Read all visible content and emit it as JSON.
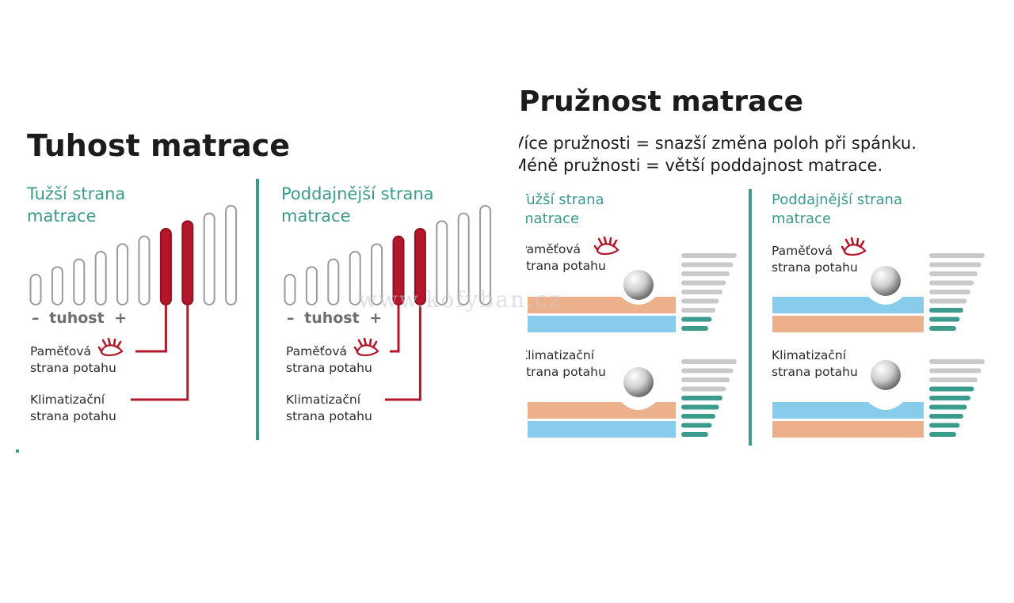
{
  "left_section": {
    "title": "Tuhost matrace",
    "panel_a": {
      "heading_l1": "Tužší strana",
      "heading_l2": "matrace",
      "scale": "– tuhost +",
      "memory_l1": "Paměťová",
      "memory_l2": "strana potahu",
      "climate_l1": "Klimatizační",
      "climate_l2": "strana potahu"
    },
    "panel_b": {
      "heading_l1": "Poddajnější strana",
      "heading_l2": "matrace",
      "scale": "– tuhost +",
      "memory_l1": "Paměťová",
      "memory_l2": "strana potahu",
      "climate_l1": "Klimatizační",
      "climate_l2": "strana potahu"
    }
  },
  "right_section": {
    "title": "Pružnost matrace",
    "line1": "Více pružnosti = snazší změna poloh při spánku.",
    "line2": "Méně pružnosti = větší poddajnost matrace.",
    "panel_a": {
      "heading_l1": "Tužší strana",
      "heading_l2": "matrace",
      "memory_l1": "Paměťová",
      "memory_l2": "strana potahu",
      "climate_l1": "Klimatizační",
      "climate_l2": "strana potahu"
    },
    "panel_b": {
      "heading_l1": "Poddajnější strana",
      "heading_l2": "matrace",
      "memory_l1": "Paměťová",
      "memory_l2": "strana potahu",
      "climate_l1": "Klimatizační",
      "climate_l2": "strana potahu"
    }
  },
  "watermark": "www.kofyban.cz",
  "icons": {
    "memory": "hand-print-icon",
    "ball": "ball-icon"
  },
  "colors": {
    "teal": "#3b9b8c",
    "red": "#b5172a",
    "blue": "#87cceb",
    "orange": "#ecb08d",
    "grey": "#c9c9c9"
  },
  "stiffness_levels": {
    "panel_a_active": [
      7,
      8
    ],
    "panel_b_active": [
      6,
      7
    ],
    "total": 10
  }
}
